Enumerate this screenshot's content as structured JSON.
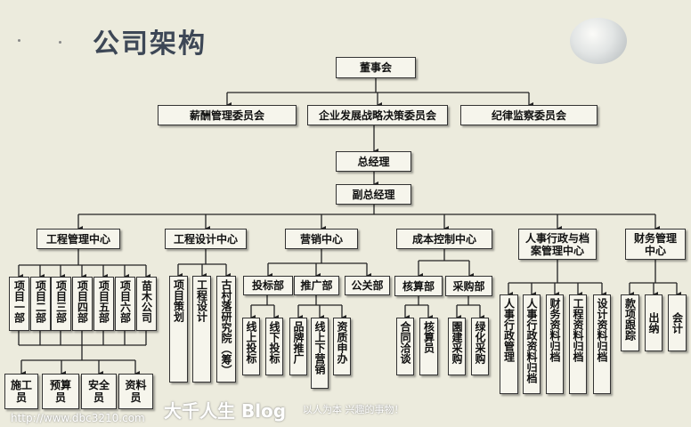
{
  "title": "公司架构",
  "nodes": {
    "board": "董事会",
    "c1": "薪酬管理委员会",
    "c2": "企业发展战略决策委员会",
    "c3": "纪律监察委员会",
    "gm": "总经理",
    "vgm": "副总经理",
    "eng_mgmt": "工程管理中心",
    "eng_design": "工程设计中心",
    "marketing": "营销中心",
    "cost": "成本控制中心",
    "hr": "人事行政与档案管理中心",
    "finance": "财务管理中心",
    "p1": "项目一部",
    "p2": "项目二部",
    "p3": "项目三部",
    "p4": "项目四部",
    "p5": "项目五部",
    "p6": "项目六部",
    "p7": "苗木公司",
    "s1": "施工员",
    "s2": "预算员",
    "s3": "安全员",
    "s4": "资料员",
    "d1": "项目策划",
    "d2": "工程设计",
    "d3": "古村落研究院（筹）",
    "m1": "投标部",
    "m2": "推广部",
    "m3": "公关部",
    "m11": "线上投标",
    "m12": "线下投标",
    "m21": "品牌推广",
    "m22": "线上下营销",
    "m23": "资质申办",
    "k1": "核算部",
    "k2": "采购部",
    "k11": "合同洽谈",
    "k12": "核算员",
    "k21": "園建采购",
    "k22": "绿化采购",
    "h1": "人事行政管理",
    "h2": "人事行政资料归档",
    "h3": "财务资料归档",
    "h4": "工程资料归档",
    "h5": "设计资料归档",
    "f1": "款项跟踪",
    "f2": "出纳",
    "f3": "会计"
  },
  "watermark": {
    "name": "大千人生 Blog",
    "slogan": "以人为本 兴趣的事物！",
    "url": "http://www.dbc3210.com"
  }
}
